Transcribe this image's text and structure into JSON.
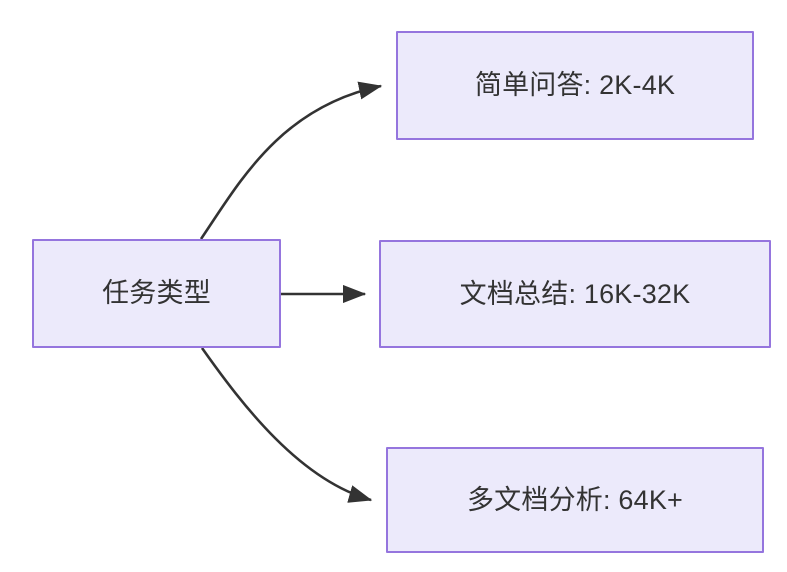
{
  "diagram": {
    "type": "flowchart",
    "direction": "left-to-right",
    "background_color": "#FFFFFF",
    "node_fill_color": "#ECEAFB",
    "node_border_color": "#9575DE",
    "node_text_color": "#333333",
    "edge_color": "#333333",
    "source": {
      "id": "task-type",
      "label": "任务类型"
    },
    "targets": [
      {
        "id": "simple-qa",
        "label": "简单问答: 2K-4K"
      },
      {
        "id": "doc-summary",
        "label": "文档总结: 16K-32K"
      },
      {
        "id": "multi-doc",
        "label": "多文档分析: 64K+"
      }
    ],
    "edges": [
      {
        "from": "task-type",
        "to": "simple-qa",
        "style": "curved",
        "arrowhead": "filled-triangle"
      },
      {
        "from": "task-type",
        "to": "doc-summary",
        "style": "straight",
        "arrowhead": "filled-triangle"
      },
      {
        "from": "task-type",
        "to": "multi-doc",
        "style": "curved",
        "arrowhead": "filled-triangle"
      }
    ]
  }
}
